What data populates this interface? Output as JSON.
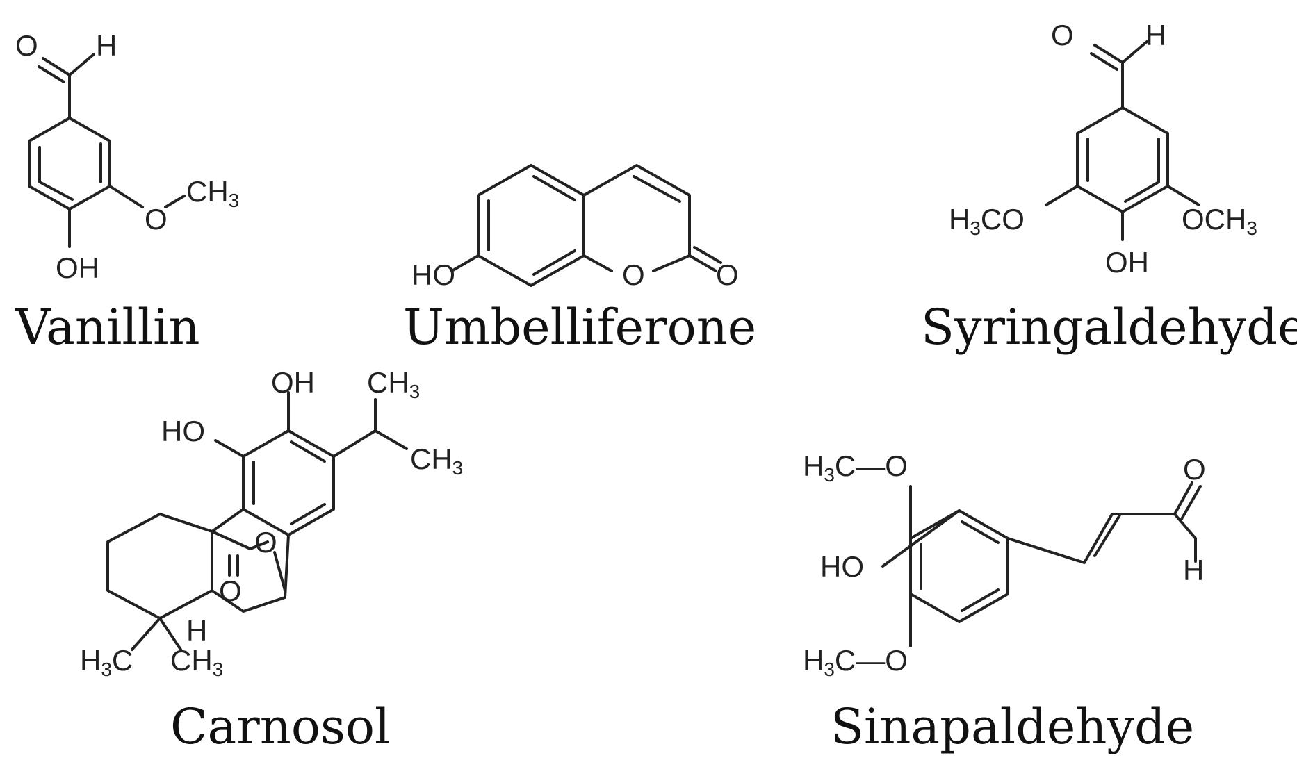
{
  "compounds": [
    {
      "name": "Vanillin",
      "atom_labels": {
        "aldehyde_o": "O",
        "aldehyde_h": "H",
        "methoxy": "OCH3",
        "hydroxyl": "OH"
      }
    },
    {
      "name": "Umbelliferone",
      "atom_labels": {
        "hydroxyl": "HO",
        "ring_o": "O",
        "carbonyl_o": "O"
      }
    },
    {
      "name": "Syringaldehyde",
      "atom_labels": {
        "aldehyde_o": "O",
        "aldehyde_h": "H",
        "methoxy_left": "H3CO",
        "methoxy_right": "OCH3",
        "hydroxyl": "OH"
      }
    },
    {
      "name": "Carnosol",
      "atom_labels": {
        "hydroxyl_top": "OH",
        "hydroxyl_left": "HO",
        "methyl_1": "CH3",
        "methyl_2": "CH3",
        "lactone_o": "O",
        "carbonyl_o": "O",
        "h": "H",
        "methyl_3": "H3C",
        "methyl_4": "CH3"
      }
    },
    {
      "name": "Sinapaldehyde",
      "atom_labels": {
        "methoxy_top": "H3C—O",
        "hydroxyl": "HO",
        "methoxy_bottom": "H3C—O",
        "aldehyde_o": "O",
        "aldehyde_h": "H"
      }
    }
  ]
}
